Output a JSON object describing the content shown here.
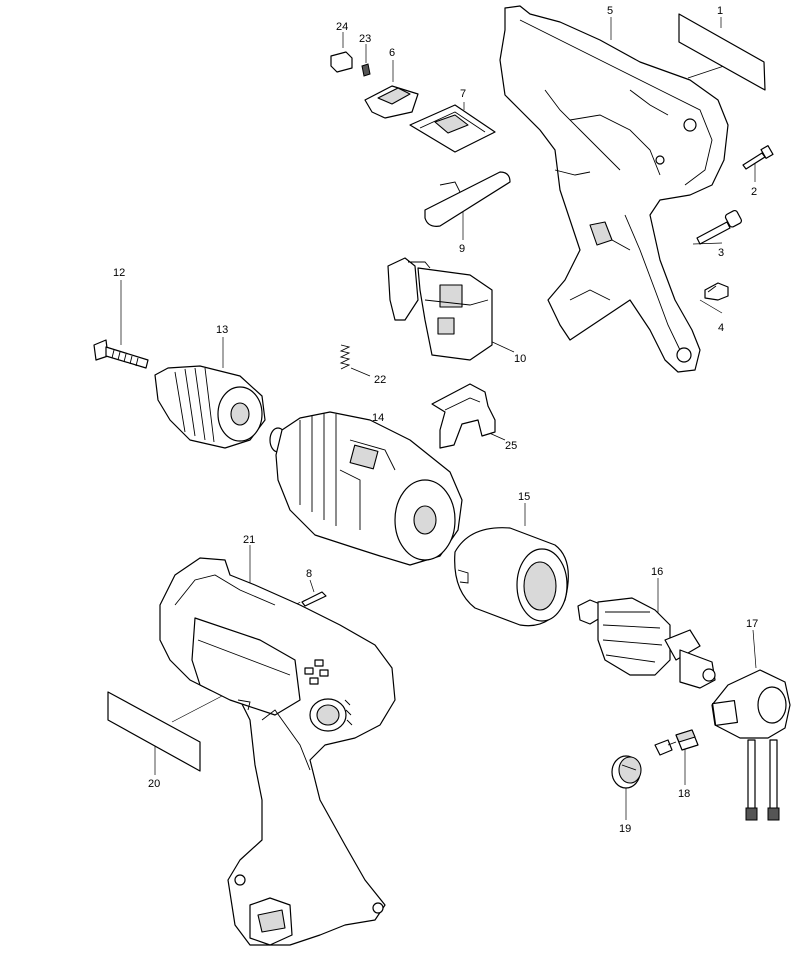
{
  "callouts": [
    {
      "id": "c1",
      "text": "1"
    },
    {
      "id": "c2",
      "text": "2"
    },
    {
      "id": "c3",
      "text": "3"
    },
    {
      "id": "c4",
      "text": "4"
    },
    {
      "id": "c5",
      "text": "5"
    },
    {
      "id": "c6",
      "text": "6"
    },
    {
      "id": "c7",
      "text": "7"
    },
    {
      "id": "c8",
      "text": "8"
    },
    {
      "id": "c9",
      "text": "9"
    },
    {
      "id": "c10",
      "text": "10"
    },
    {
      "id": "c11",
      "text": "12"
    },
    {
      "id": "c12",
      "text": "13"
    },
    {
      "id": "c13",
      "text": "14"
    },
    {
      "id": "c14",
      "text": "15"
    },
    {
      "id": "c15",
      "text": "16"
    },
    {
      "id": "c16",
      "text": "17"
    },
    {
      "id": "c17",
      "text": "18"
    },
    {
      "id": "c18",
      "text": "19"
    },
    {
      "id": "c19",
      "text": "20"
    },
    {
      "id": "c20",
      "text": "21"
    },
    {
      "id": "c21",
      "text": "22"
    },
    {
      "id": "c22",
      "text": "23"
    },
    {
      "id": "c23",
      "text": "24"
    },
    {
      "id": "c24",
      "text": "25"
    }
  ]
}
